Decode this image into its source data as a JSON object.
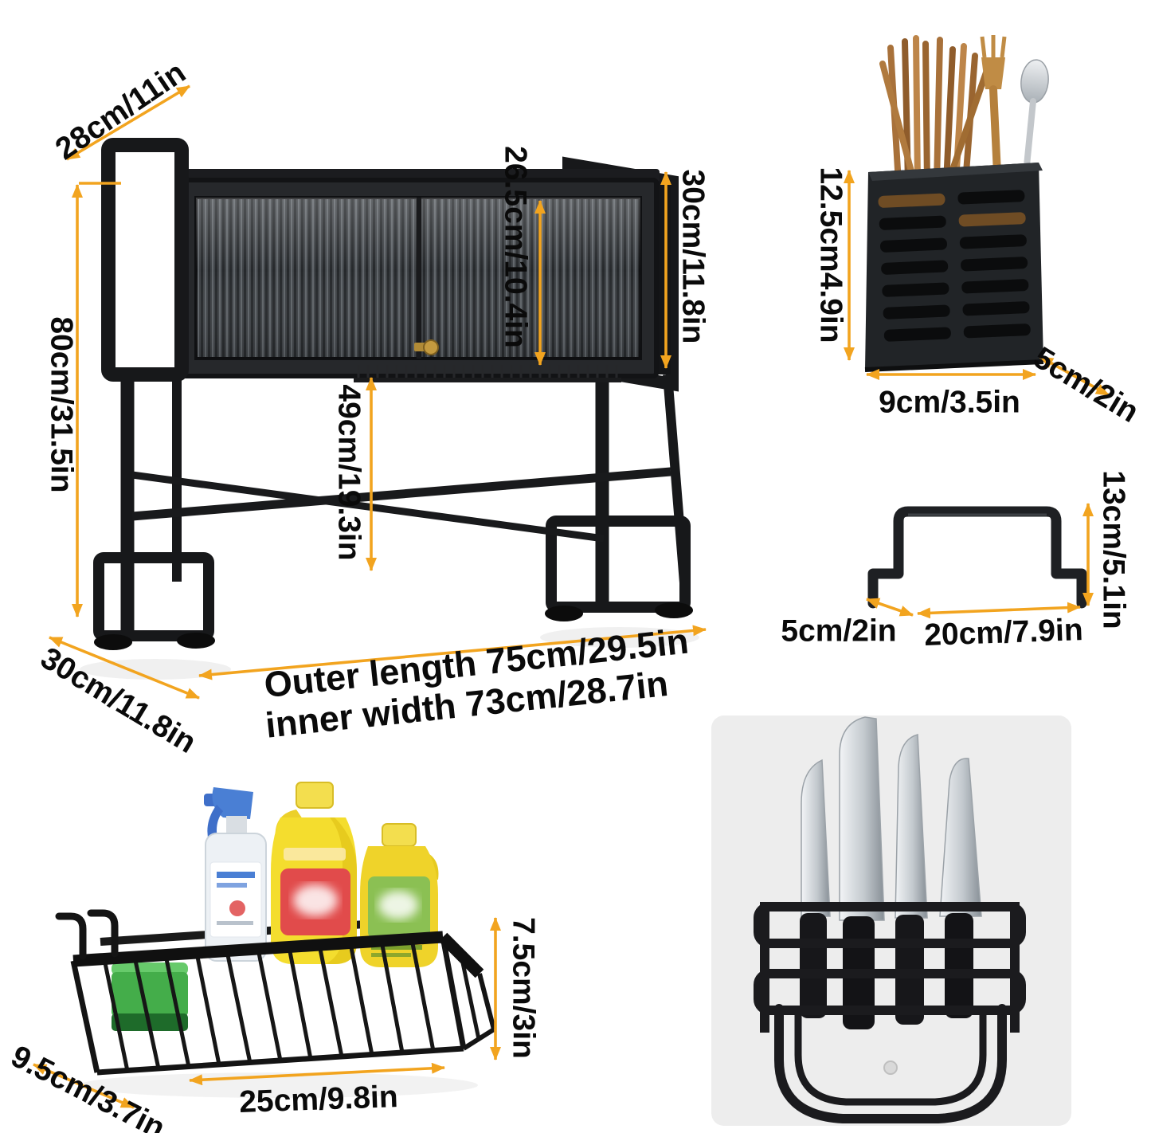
{
  "accent": {
    "arrow_color": "#F2A41F",
    "panel_bg": "#ededed"
  },
  "rack": {
    "top_depth": "28cm/11in",
    "height": "80cm/31.5in",
    "base_depth": "30cm/11.8in",
    "inner_height": "26.5cm/10.4in",
    "cabinet_height": "30cm/11.8in",
    "clearance": "49cm/19.3in",
    "outer_length": "Outer length 75cm/29.5in",
    "inner_width": "inner width 73cm/28.7in"
  },
  "utensil_holder": {
    "height": "12.5cm4.9in",
    "width": "9cm/3.5in",
    "depth": "5cm/2in"
  },
  "bracket": {
    "hook_size": "5cm/2in",
    "width": "20cm/7.9in",
    "height": "13cm/5.1in"
  },
  "basket": {
    "height": "7.5cm/3in",
    "width": "25cm/9.8in",
    "depth": "9.5cm/3.7in"
  }
}
